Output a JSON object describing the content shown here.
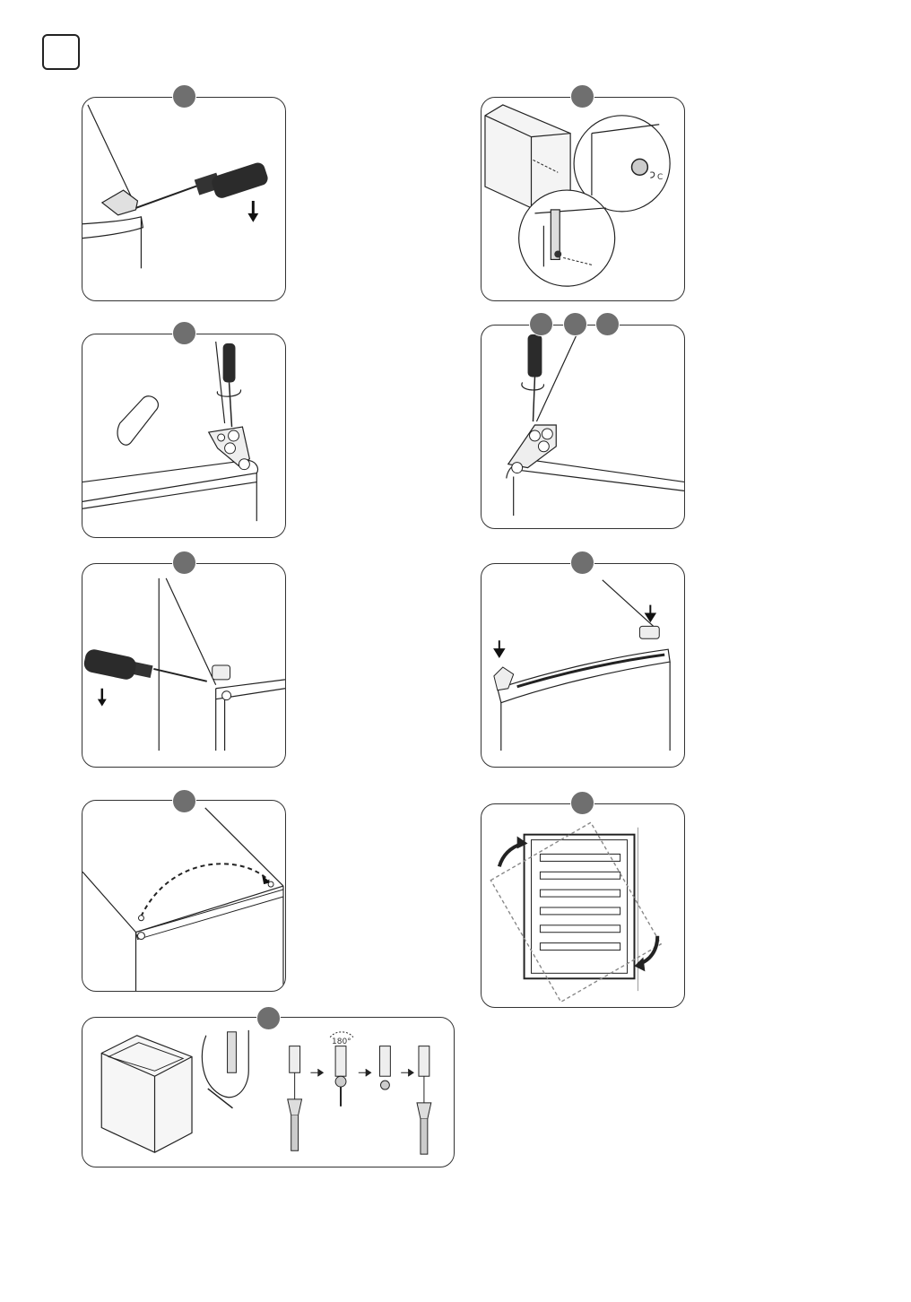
{
  "page": {
    "section_box_label": "",
    "steps": [
      {
        "id": "step-1",
        "badge": ""
      },
      {
        "id": "step-2",
        "badge": ""
      },
      {
        "id": "step-3",
        "badge": ""
      },
      {
        "id": "step-4",
        "badge": ""
      },
      {
        "id": "step-5",
        "badge": ""
      },
      {
        "id": "step-6a",
        "badge": ""
      },
      {
        "id": "step-6b",
        "badge": ""
      },
      {
        "id": "step-6c",
        "badge": ""
      },
      {
        "id": "step-7",
        "badge": ""
      },
      {
        "id": "step-8",
        "badge": ""
      },
      {
        "id": "step-9",
        "badge": ""
      }
    ],
    "rotation_label": "180°",
    "colors": {
      "line": "#222222",
      "badge": "#6f6f6f",
      "handle": "#2b2b2b"
    }
  }
}
